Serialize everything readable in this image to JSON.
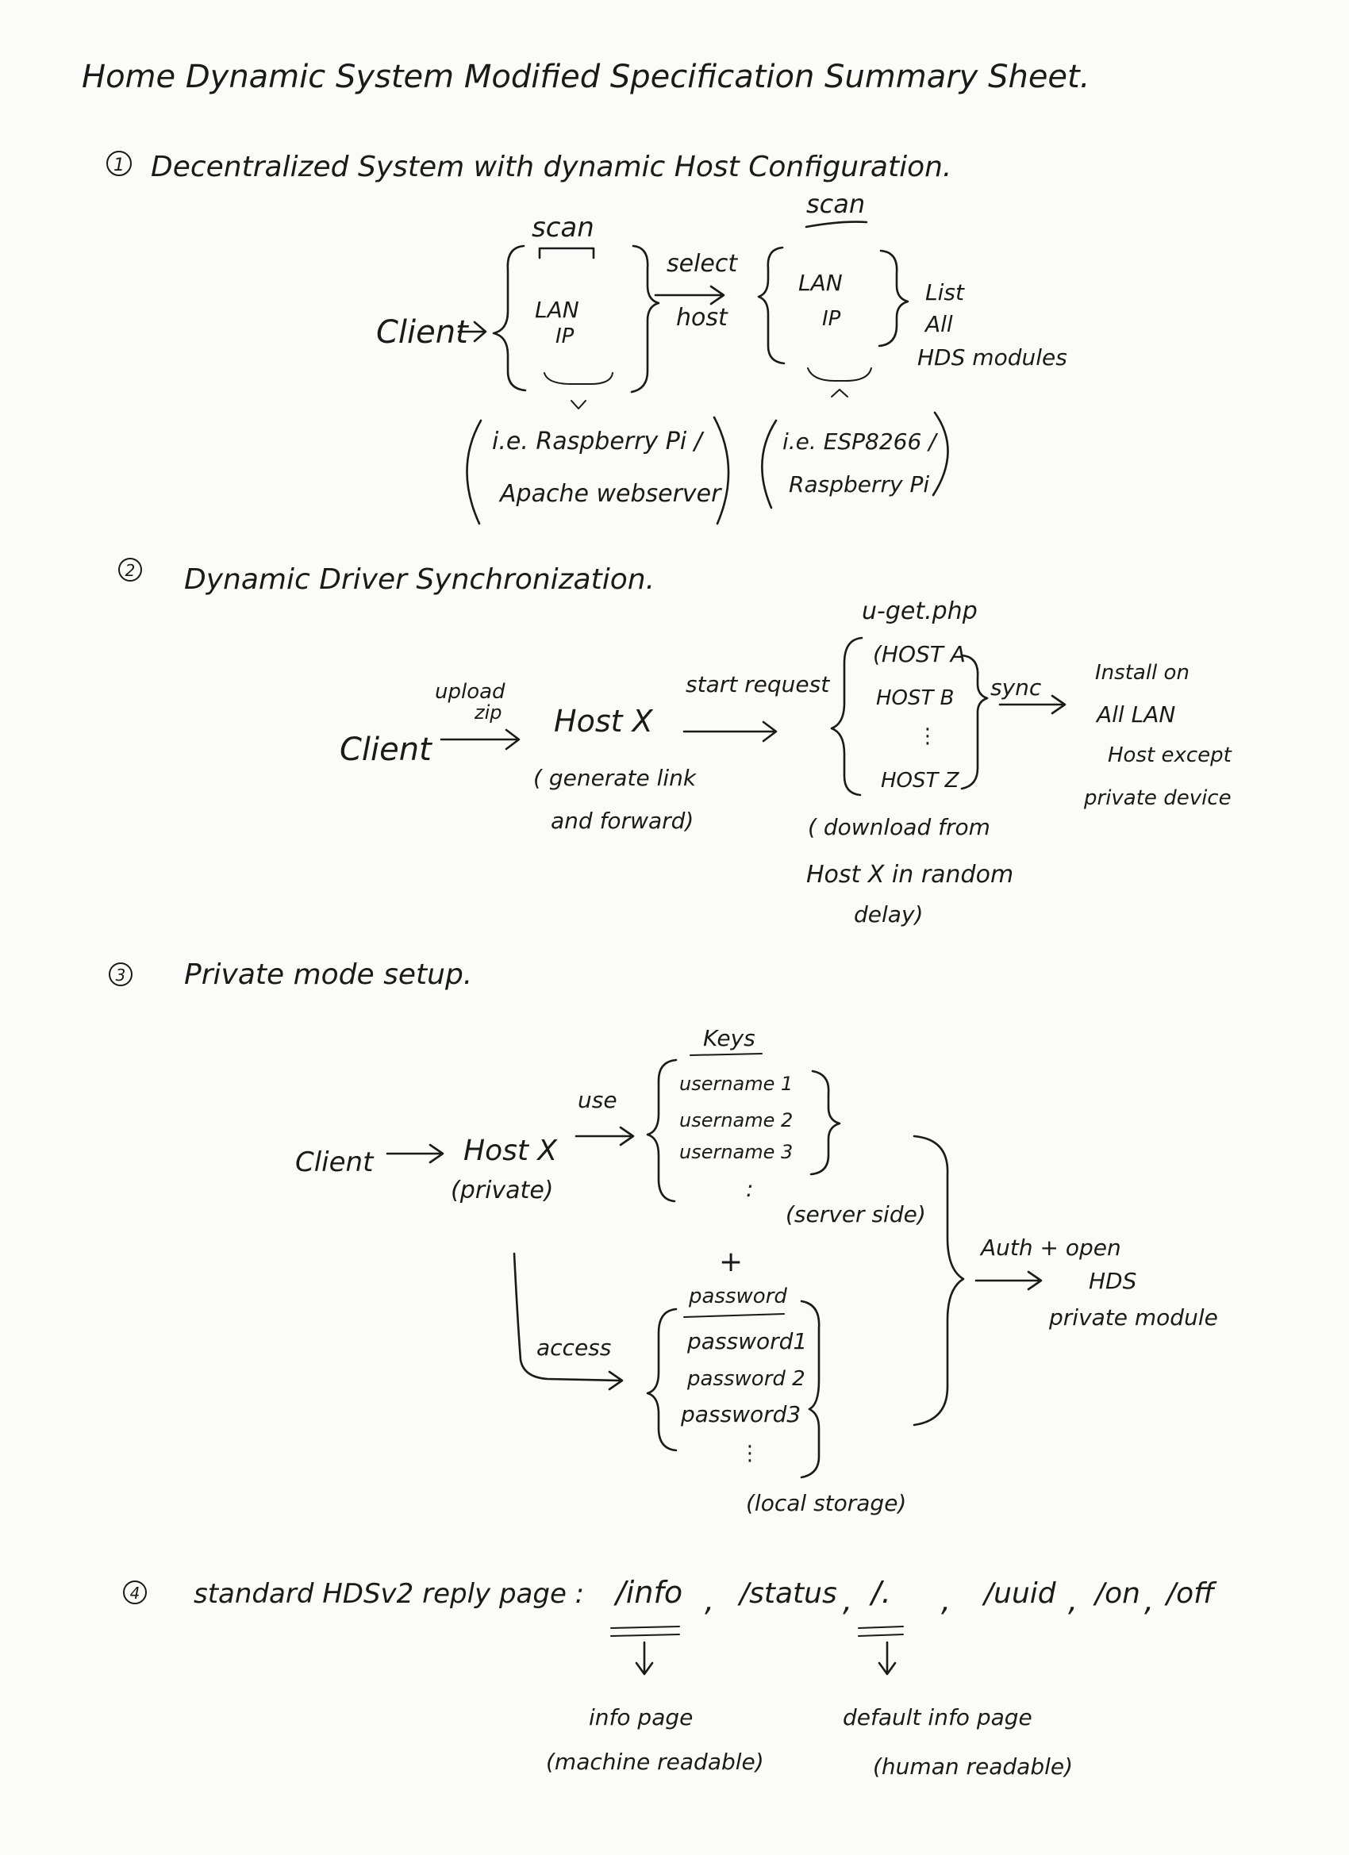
{
  "title": "Home Dynamic System Modified Specification Summary Sheet.",
  "sections": [
    {
      "number": "1",
      "heading": "Decentralized System with dynamic Host Configuration.",
      "client": "Client",
      "scan_label": "scan",
      "lan_block_1": [
        "LAN",
        "IP"
      ],
      "select_host": [
        "select",
        "host"
      ],
      "lan_block_2": [
        "LAN",
        "IP"
      ],
      "list_result": [
        "List",
        "All",
        "HDS modules"
      ],
      "note_1": [
        "i.e. Raspberry Pi /",
        "Apache webserver"
      ],
      "note_2": [
        "i.e. ESP8266 /",
        "Raspberry Pi"
      ]
    },
    {
      "number": "2",
      "heading": "Dynamic Driver Synchronization.",
      "client": "Client",
      "upload": [
        "upload",
        "zip"
      ],
      "host_x": "Host X",
      "host_x_note": [
        "( generate link",
        "and forward)"
      ],
      "start_request": "start request",
      "script": "u-get.php",
      "hosts": [
        "(HOST A",
        "HOST B",
        "⋮",
        "HOST Z"
      ],
      "download_note": [
        "( download from",
        "Host X in random",
        "delay)"
      ],
      "sync": "sync",
      "install": [
        "Install on",
        "All LAN",
        "Host except",
        "private device"
      ]
    },
    {
      "number": "3",
      "heading": "Private mode setup.",
      "client": "Client",
      "host_x": "Host X",
      "private": "(private)",
      "use": "use",
      "keys_header": "Keys",
      "keys": [
        "username 1",
        "username 2",
        "username 3",
        ":"
      ],
      "server_side": "(server side)",
      "plus": "+",
      "password_header": "password",
      "passwords": [
        "password1",
        "password 2",
        "password3",
        "⋮"
      ],
      "local_storage": "(local storage)",
      "access": "access",
      "auth": "Auth + open",
      "result": [
        "HDS",
        "private module"
      ]
    },
    {
      "number": "4",
      "heading": "standard HDSv2 reply page :",
      "pages": [
        "/info",
        "/status",
        "/.",
        "/uuid",
        "/on",
        "/off"
      ],
      "info_page": [
        "info page",
        "(machine readable)"
      ],
      "default_page": [
        "default info page",
        "(human readable)"
      ]
    }
  ]
}
